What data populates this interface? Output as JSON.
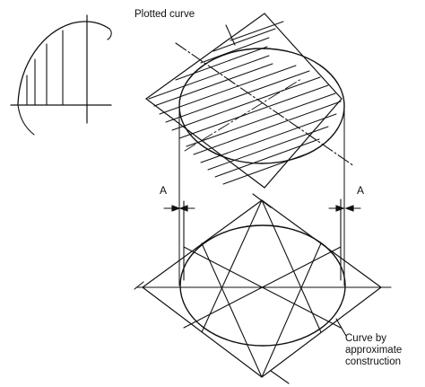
{
  "labels": {
    "plotted_curve": "Plotted curve",
    "a_left": "A",
    "a_right": "A",
    "approx_line1": "Curve by",
    "approx_line2": "approximate",
    "approx_line3": "construction"
  },
  "colors": {
    "ink": "#111111",
    "background": "#ffffff"
  }
}
